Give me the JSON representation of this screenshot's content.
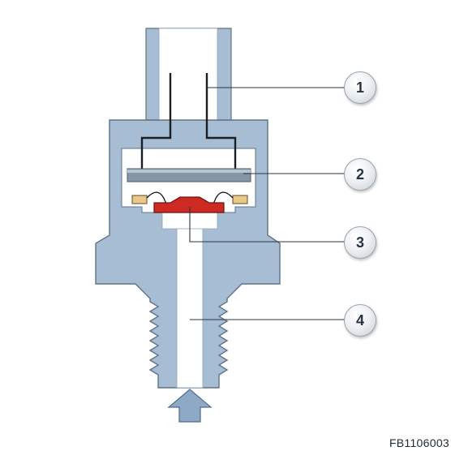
{
  "diagram": {
    "callouts": [
      {
        "number": "1",
        "part": "connector-pins"
      },
      {
        "number": "2",
        "part": "evaluation-electronics-board"
      },
      {
        "number": "3",
        "part": "steel-diaphragm"
      },
      {
        "number": "4",
        "part": "pressure-channel"
      }
    ],
    "figure_code": "FB1106003",
    "colors": {
      "housing": "#a7bdd3",
      "housing_dark": "#8aa2bb",
      "cavity": "#ffffff",
      "channel": "#ffffff",
      "board": "#8796a6",
      "diaphragm": "#cc2a22",
      "contacts": "#e8c98a",
      "leader_lines": "#2b3440",
      "wires": "#1a1f26",
      "arrow": "#8da9c6"
    }
  }
}
